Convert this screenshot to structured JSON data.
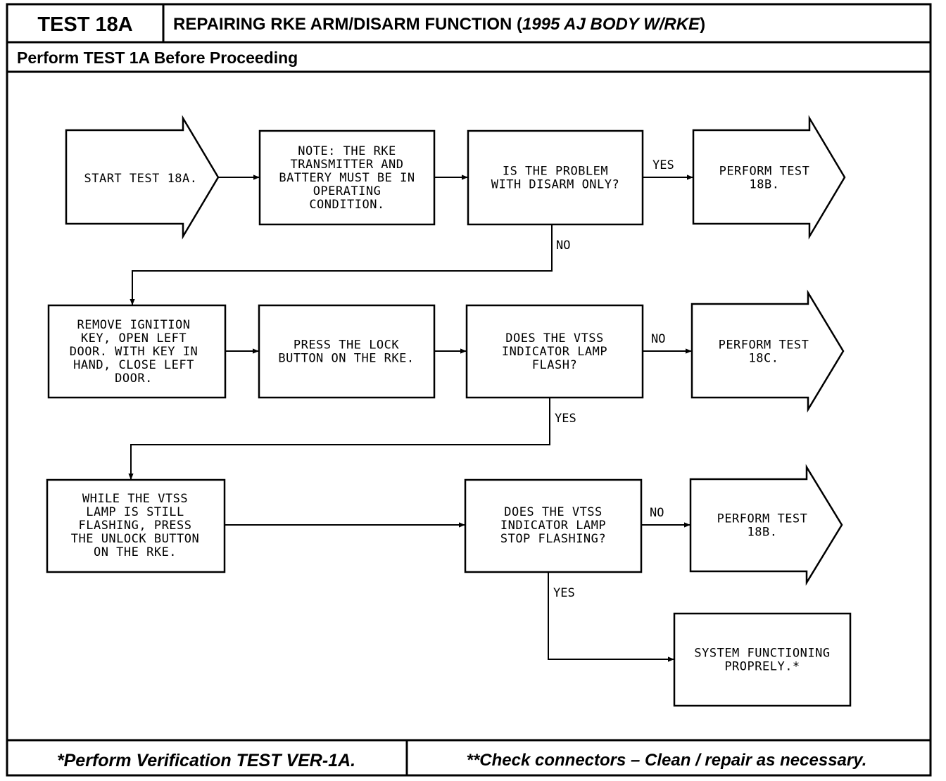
{
  "header": {
    "test_id": "TEST 18A",
    "title_main": "REPAIRING RKE ARM/DISARM FUNCTION (",
    "title_italic": "1995 AJ BODY W/RKE",
    "title_close": ")",
    "prereq": "Perform TEST 1A Before Proceeding"
  },
  "nodes": {
    "start": [
      "START TEST 18A."
    ],
    "note": [
      "NOTE: THE RKE",
      "TRANSMITTER AND",
      "BATTERY MUST BE IN",
      "OPERATING",
      "CONDITION."
    ],
    "q_disarm": [
      "IS THE PROBLEM",
      "WITH DISARM ONLY?"
    ],
    "perform_18b_1": [
      "PERFORM TEST",
      "18B."
    ],
    "remove_key": [
      "REMOVE IGNITION",
      "KEY, OPEN LEFT",
      "DOOR. WITH KEY IN",
      "HAND, CLOSE LEFT",
      "DOOR."
    ],
    "press_lock": [
      "PRESS THE LOCK",
      "BUTTON ON THE RKE."
    ],
    "q_flash": [
      "DOES THE VTSS",
      "INDICATOR LAMP",
      "FLASH?"
    ],
    "perform_18c": [
      "PERFORM TEST",
      "18C."
    ],
    "unlock": [
      "WHILE THE VTSS",
      "LAMP IS STILL",
      "FLASHING, PRESS",
      "THE UNLOCK BUTTON",
      "ON THE RKE."
    ],
    "q_stop": [
      "DOES THE VTSS",
      "INDICATOR LAMP",
      "STOP FLASHING?"
    ],
    "perform_18b_2": [
      "PERFORM TEST",
      "18B."
    ],
    "system_ok": [
      "SYSTEM FUNCTIONING",
      "PROPRELY.*"
    ]
  },
  "edge_labels": {
    "disarm_yes": "YES",
    "disarm_no": "NO",
    "flash_no": "NO",
    "flash_yes": "YES",
    "stop_no": "NO",
    "stop_yes": "YES"
  },
  "footer": {
    "left": "*Perform Verification TEST VER-1A.",
    "right": "**Check connectors – Clean / repair as necessary."
  }
}
